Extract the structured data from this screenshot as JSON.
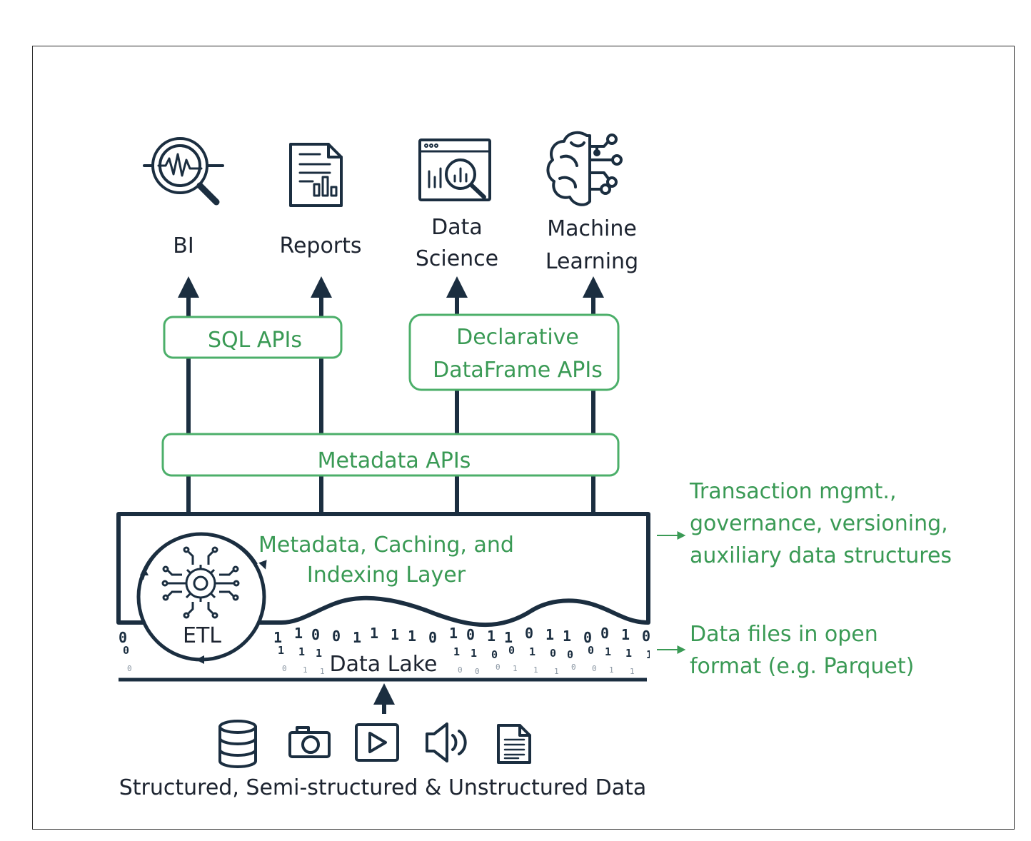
{
  "consumers": {
    "bi": "BI",
    "reports": "Reports",
    "data_science": [
      "Data",
      "Science"
    ],
    "machine_learning": [
      "Machine",
      "Learning"
    ]
  },
  "apis": {
    "sql": "SQL APIs",
    "declarative": [
      "Declarative",
      "DataFrame APIs"
    ],
    "metadata": "Metadata APIs"
  },
  "layer": {
    "title": [
      "Metadata, Caching, and",
      "Indexing Layer"
    ],
    "etl": "ETL",
    "data_lake": "Data Lake"
  },
  "notes": {
    "transaction": [
      "Transaction mgmt.,",
      "governance, versioning,",
      "auxiliary data structures"
    ],
    "files": [
      "Data files in open",
      "format (e.g. Parquet)"
    ]
  },
  "sources": {
    "caption": "Structured, Semi-structured & Unstructured Data",
    "icons": [
      "database-icon",
      "camera-icon",
      "video-icon",
      "audio-icon",
      "document-icon"
    ]
  },
  "colors": {
    "green": "#3a9a55",
    "navy": "#1b2e40",
    "text": "#1d2430"
  },
  "bits": [
    "0",
    "0",
    "1",
    "1",
    "1",
    "0",
    "0",
    "1",
    "1",
    "1",
    "0",
    "0",
    "1",
    "1",
    "1",
    "1",
    "0",
    "1",
    "0",
    "1",
    "1",
    "0",
    "1",
    "1",
    "0",
    "0",
    "1",
    "0"
  ]
}
